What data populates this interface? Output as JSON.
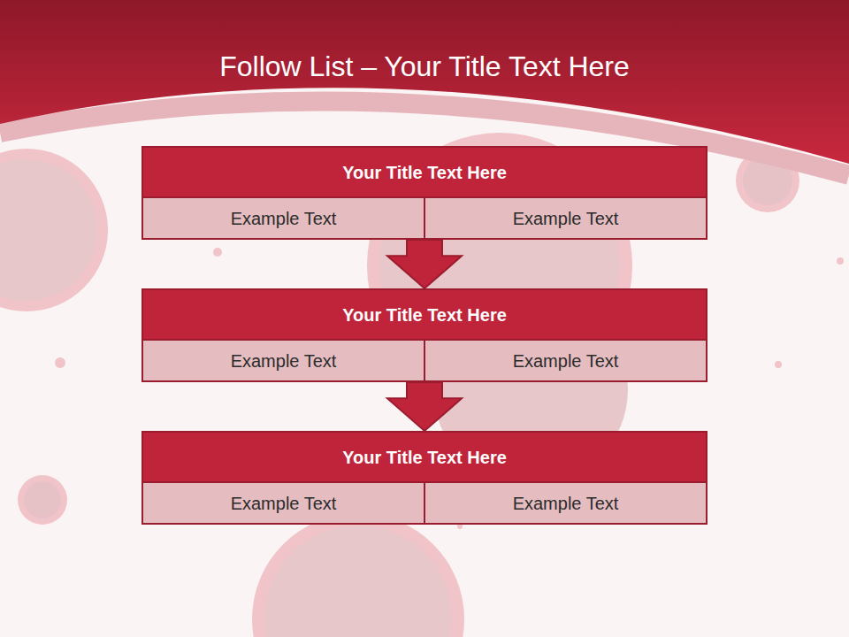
{
  "diagram": {
    "title": "Follow List – Your Title Text Here",
    "nodes": [
      {
        "text": [
          "Your Title Text Here"
        ]
      },
      {
        "text": [
          "Example Text"
        ],
        "in": 0
      },
      {
        "text": [
          "Example Text"
        ],
        "in": 0
      },
      {
        "text": [
          "Your Title Text Here"
        ]
      },
      {
        "text": [
          "Example Text"
        ],
        "in": 3
      },
      {
        "text": [
          "Example Text"
        ],
        "in": 3
      },
      {
        "text": [
          "Your Title Text Here"
        ]
      },
      {
        "text": [
          "Example Text"
        ],
        "in": 6
      },
      {
        "text": [
          "Example Text"
        ],
        "in": 6
      }
    ],
    "edges": [
      {
        "from": 0,
        "to": 3,
        "arrow": "to"
      },
      {
        "from": 3,
        "to": 6,
        "arrow": "to"
      }
    ]
  }
}
